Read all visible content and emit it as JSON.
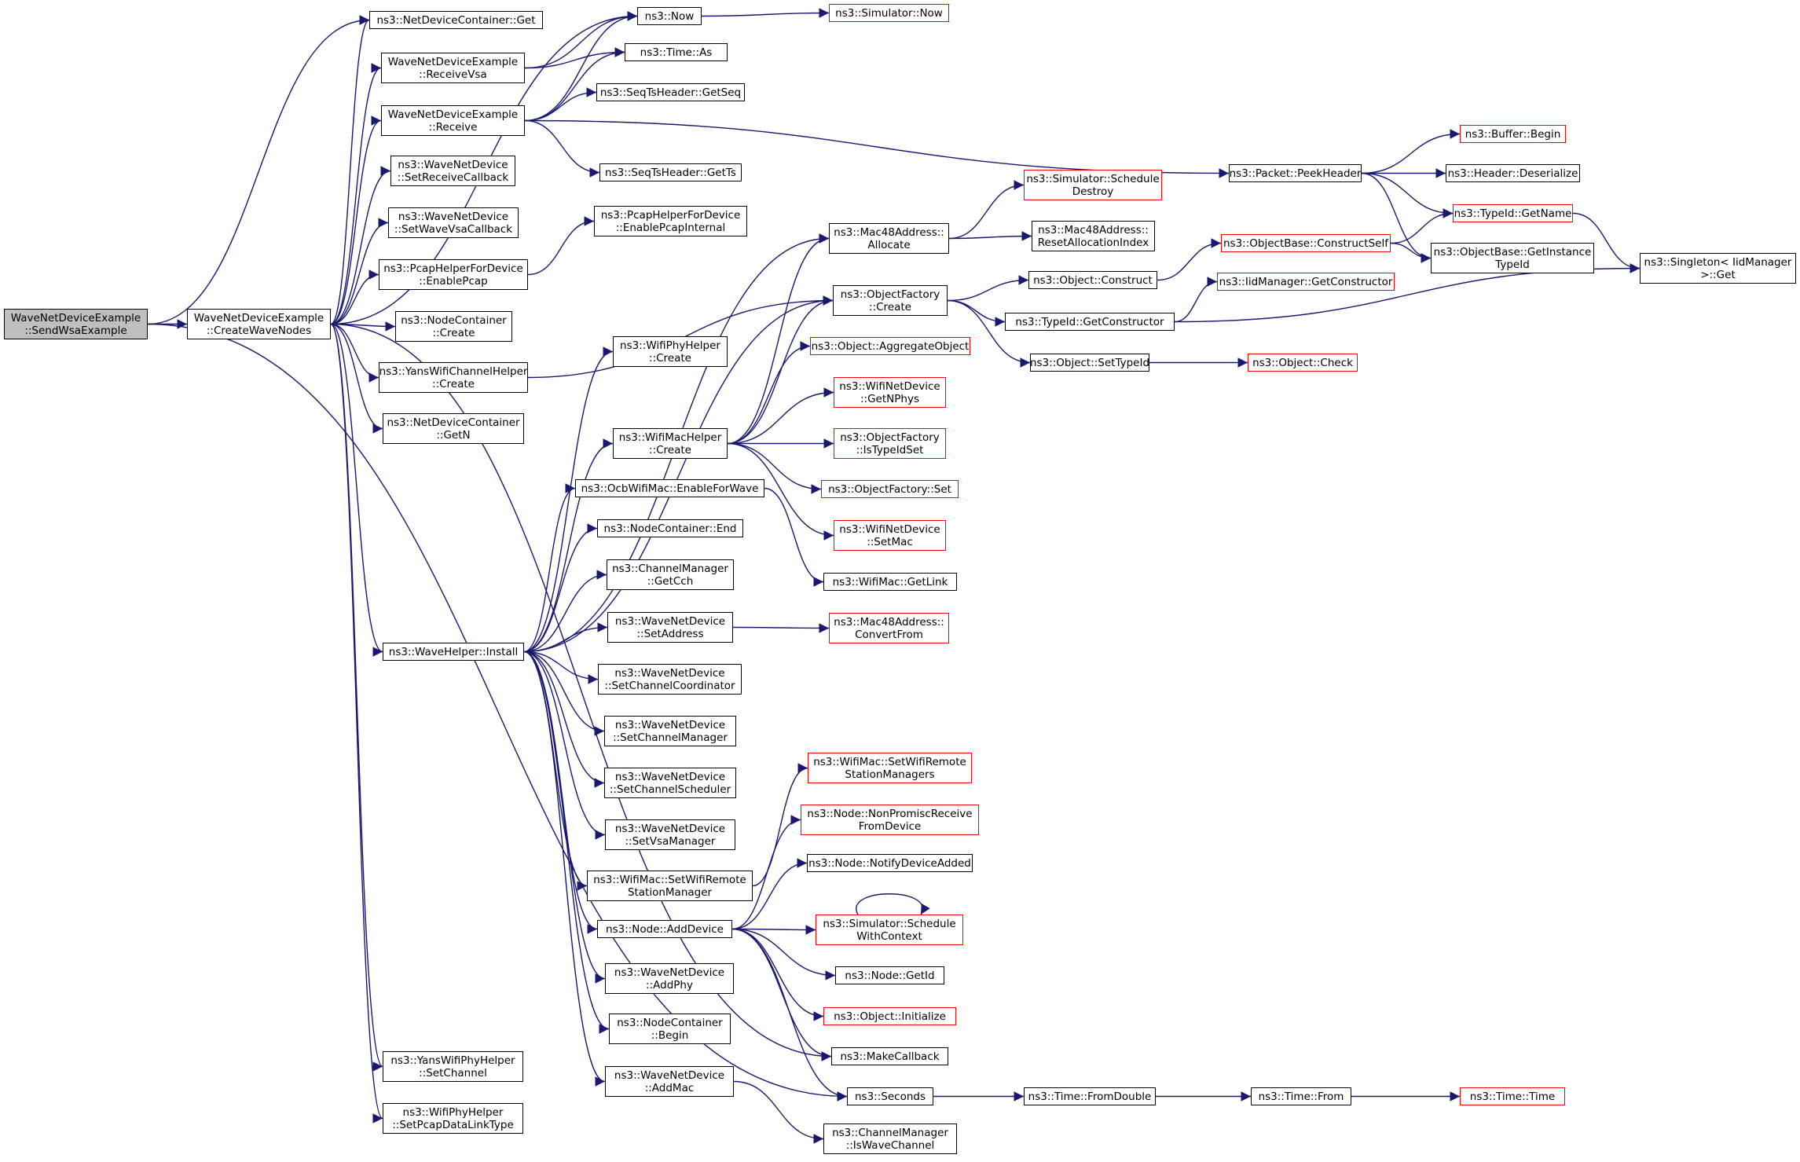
{
  "colors": {
    "edge": "#191970",
    "node_border": "#000000",
    "external_border": "#ff0000",
    "root_fill": "#bfbfbf"
  },
  "nodes": {
    "n_root": {
      "lines": [
        "WaveNetDeviceExample",
        "::SendWsaExample"
      ],
      "style": "root"
    },
    "n_cwn": {
      "lines": [
        "WaveNetDeviceExample",
        "::CreateWaveNodes"
      ]
    },
    "n_ndc_get": {
      "lines": [
        "ns3::NetDeviceContainer::Get"
      ]
    },
    "n_rvsa": {
      "lines": [
        "WaveNetDeviceExample",
        "::ReceiveVsa"
      ]
    },
    "n_recv": {
      "lines": [
        "WaveNetDeviceExample",
        "::Receive"
      ]
    },
    "n_now": {
      "lines": [
        "ns3::Now"
      ]
    },
    "n_simnow": {
      "lines": [
        "ns3::Simulator::Now"
      ],
      "style": "red"
    },
    "n_timeas": {
      "lines": [
        "ns3::Time::As"
      ]
    },
    "n_getseq": {
      "lines": [
        "ns3::SeqTsHeader::GetSeq"
      ]
    },
    "n_getts": {
      "lines": [
        "ns3::SeqTsHeader::GetTs"
      ]
    },
    "n_setrcb": {
      "lines": [
        "ns3::WaveNetDevice",
        "::SetReceiveCallback"
      ]
    },
    "n_setwvcb": {
      "lines": [
        "ns3::WaveNetDevice",
        "::SetWaveVsaCallback"
      ]
    },
    "n_pcapep": {
      "lines": [
        "ns3::PcapHelperForDevice",
        "::EnablePcap"
      ]
    },
    "n_pcapepi": {
      "lines": [
        "ns3::PcapHelperForDevice",
        "::EnablePcapInternal"
      ]
    },
    "n_ncc": {
      "lines": [
        "ns3::NodeContainer",
        "::Create"
      ]
    },
    "n_ywch": {
      "lines": [
        "ns3::YansWifiChannelHelper",
        "::Create"
      ]
    },
    "n_ndcn": {
      "lines": [
        "ns3::NetDeviceContainer",
        "::GetN"
      ]
    },
    "n_install": {
      "lines": [
        "ns3::WaveHelper::Install"
      ]
    },
    "n_ywps": {
      "lines": [
        "ns3::YansWifiPhyHelper",
        "::SetChannel"
      ]
    },
    "n_wphsp": {
      "lines": [
        "ns3::WifiPhyHelper",
        "::SetPcapDataLinkType"
      ]
    },
    "n_wphc": {
      "lines": [
        "ns3::WifiPhyHelper",
        "::Create"
      ]
    },
    "n_wmhc": {
      "lines": [
        "ns3::WifiMacHelper",
        "::Create"
      ]
    },
    "n_ocb": {
      "lines": [
        "ns3::OcbWifiMac::EnableForWave"
      ]
    },
    "n_ncend": {
      "lines": [
        "ns3::NodeContainer::End"
      ]
    },
    "n_cmgc": {
      "lines": [
        "ns3::ChannelManager",
        "::GetCch"
      ]
    },
    "n_wsa": {
      "lines": [
        "ns3::WaveNetDevice",
        "::SetAddress"
      ]
    },
    "n_wscc": {
      "lines": [
        "ns3::WaveNetDevice",
        "::SetChannelCoordinator"
      ]
    },
    "n_wscm": {
      "lines": [
        "ns3::WaveNetDevice",
        "::SetChannelManager"
      ]
    },
    "n_wscs": {
      "lines": [
        "ns3::WaveNetDevice",
        "::SetChannelScheduler"
      ]
    },
    "n_wsvm": {
      "lines": [
        "ns3::WaveNetDevice",
        "::SetVsaManager"
      ]
    },
    "n_wmswr": {
      "lines": [
        "ns3::WifiMac::SetWifiRemote",
        "StationManager"
      ]
    },
    "n_nad": {
      "lines": [
        "ns3::Node::AddDevice"
      ]
    },
    "n_wap": {
      "lines": [
        "ns3::WaveNetDevice",
        "::AddPhy"
      ]
    },
    "n_ncb": {
      "lines": [
        "ns3::NodeContainer",
        "::Begin"
      ]
    },
    "n_wam": {
      "lines": [
        "ns3::WaveNetDevice",
        "::AddMac"
      ]
    },
    "n_m48a": {
      "lines": [
        "ns3::Mac48Address::",
        "Allocate"
      ]
    },
    "n_ssd": {
      "lines": [
        "ns3::Simulator::Schedule",
        "Destroy"
      ],
      "style": "red"
    },
    "n_m48r": {
      "lines": [
        "ns3::Mac48Address::",
        "ResetAllocationIndex"
      ]
    },
    "n_ofc": {
      "lines": [
        "ns3::ObjectFactory",
        "::Create"
      ]
    },
    "n_objc": {
      "lines": [
        "ns3::Object::Construct"
      ]
    },
    "n_tgc": {
      "lines": [
        "ns3::TypeId::GetConstructor"
      ]
    },
    "n_osti": {
      "lines": [
        "ns3::Object::SetTypeId"
      ]
    },
    "n_ochk": {
      "lines": [
        "ns3::Object::Check"
      ],
      "style": "red"
    },
    "n_oao": {
      "lines": [
        "ns3::Object::AggregateObject"
      ],
      "style": "red"
    },
    "n_wgnp": {
      "lines": [
        "ns3::WifiNetDevice",
        "::GetNPhys"
      ],
      "style": "red"
    },
    "n_ofits": {
      "lines": [
        "ns3::ObjectFactory",
        "::IsTypeIdSet"
      ],
      "style": "red"
    },
    "n_ofset": {
      "lines": [
        "ns3::ObjectFactory::Set"
      ],
      "style": "red"
    },
    "n_wndsm": {
      "lines": [
        "ns3::WifiNetDevice",
        "::SetMac"
      ],
      "style": "red"
    },
    "n_wmgl": {
      "lines": [
        "ns3::WifiMac::GetLink"
      ]
    },
    "n_m48cf": {
      "lines": [
        "ns3::Mac48Address::",
        "ConvertFrom"
      ],
      "style": "red"
    },
    "n_wmswrs": {
      "lines": [
        "ns3::WifiMac::SetWifiRemote",
        "StationManagers"
      ],
      "style": "red"
    },
    "n_nnprfd": {
      "lines": [
        "ns3::Node::NonPromiscReceive",
        "FromDevice"
      ],
      "style": "red"
    },
    "n_nnda": {
      "lines": [
        "ns3::Node::NotifyDeviceAdded"
      ]
    },
    "n_sswc": {
      "lines": [
        "ns3::Simulator::Schedule",
        "WithContext"
      ],
      "style": "red"
    },
    "n_ngid": {
      "lines": [
        "ns3::Node::GetId"
      ]
    },
    "n_oinit": {
      "lines": [
        "ns3::Object::Initialize"
      ],
      "style": "red"
    },
    "n_mcb": {
      "lines": [
        "ns3::MakeCallback"
      ]
    },
    "n_sec": {
      "lines": [
        "ns3::Seconds"
      ]
    },
    "n_cmiw": {
      "lines": [
        "ns3::ChannelManager",
        "::IsWaveChannel"
      ]
    },
    "n_tfd": {
      "lines": [
        "ns3::Time::FromDouble"
      ]
    },
    "n_tfrom": {
      "lines": [
        "ns3::Time::From"
      ]
    },
    "n_ttime": {
      "lines": [
        "ns3::Time::Time"
      ],
      "style": "red"
    },
    "n_pph": {
      "lines": [
        "ns3::Packet::PeekHeader"
      ]
    },
    "n_bb": {
      "lines": [
        "ns3::Buffer::Begin"
      ],
      "style": "red"
    },
    "n_hd": {
      "lines": [
        "ns3::Header::Deserialize"
      ]
    },
    "n_tgn": {
      "lines": [
        "ns3::TypeId::GetName"
      ],
      "style": "red"
    },
    "n_obgi": {
      "lines": [
        "ns3::ObjectBase::GetInstance",
        "TypeId"
      ]
    },
    "n_obcs": {
      "lines": [
        "ns3::ObjectBase::ConstructSelf"
      ],
      "style": "red"
    },
    "n_imgc": {
      "lines": [
        "ns3::IidManager::GetConstructor"
      ],
      "style": "red"
    },
    "n_sing": {
      "lines": [
        "ns3::Singleton< IidManager",
        " >::Get"
      ]
    }
  },
  "edges": [
    [
      "n_root",
      "n_cwn"
    ],
    [
      "n_root",
      "n_ndc_get"
    ],
    [
      "n_root",
      "n_sec"
    ],
    [
      "n_cwn",
      "n_ndc_get"
    ],
    [
      "n_cwn",
      "n_rvsa"
    ],
    [
      "n_cwn",
      "n_recv"
    ],
    [
      "n_cwn",
      "n_setrcb"
    ],
    [
      "n_cwn",
      "n_setwvcb"
    ],
    [
      "n_cwn",
      "n_pcapep"
    ],
    [
      "n_cwn",
      "n_ncc"
    ],
    [
      "n_cwn",
      "n_ywch"
    ],
    [
      "n_cwn",
      "n_ndcn"
    ],
    [
      "n_cwn",
      "n_install"
    ],
    [
      "n_cwn",
      "n_ywps"
    ],
    [
      "n_cwn",
      "n_wphsp"
    ],
    [
      "n_cwn",
      "n_mcb"
    ],
    [
      "n_cwn",
      "n_now"
    ],
    [
      "n_rvsa",
      "n_now"
    ],
    [
      "n_rvsa",
      "n_timeas"
    ],
    [
      "n_recv",
      "n_now"
    ],
    [
      "n_recv",
      "n_timeas"
    ],
    [
      "n_recv",
      "n_getseq"
    ],
    [
      "n_recv",
      "n_getts"
    ],
    [
      "n_recv",
      "n_pph"
    ],
    [
      "n_now",
      "n_simnow"
    ],
    [
      "n_pcapep",
      "n_pcapepi"
    ],
    [
      "n_ywch",
      "n_ofc"
    ],
    [
      "n_install",
      "n_m48a"
    ],
    [
      "n_install",
      "n_ofc"
    ],
    [
      "n_install",
      "n_wphc"
    ],
    [
      "n_install",
      "n_wmhc"
    ],
    [
      "n_install",
      "n_ocb"
    ],
    [
      "n_install",
      "n_ncend"
    ],
    [
      "n_install",
      "n_cmgc"
    ],
    [
      "n_install",
      "n_wsa"
    ],
    [
      "n_install",
      "n_wscc"
    ],
    [
      "n_install",
      "n_wscm"
    ],
    [
      "n_install",
      "n_wscs"
    ],
    [
      "n_install",
      "n_wsvm"
    ],
    [
      "n_install",
      "n_wmswr"
    ],
    [
      "n_install",
      "n_nad"
    ],
    [
      "n_install",
      "n_wap"
    ],
    [
      "n_install",
      "n_ncb"
    ],
    [
      "n_install",
      "n_wam"
    ],
    [
      "n_wmhc",
      "n_m48a"
    ],
    [
      "n_wmhc",
      "n_ofc"
    ],
    [
      "n_wmhc",
      "n_oao"
    ],
    [
      "n_wmhc",
      "n_wgnp"
    ],
    [
      "n_wmhc",
      "n_ofits"
    ],
    [
      "n_wmhc",
      "n_ofset"
    ],
    [
      "n_wmhc",
      "n_wndsm"
    ],
    [
      "n_ocb",
      "n_wmgl"
    ],
    [
      "n_wsa",
      "n_m48cf"
    ],
    [
      "n_wmswr",
      "n_wmswrs"
    ],
    [
      "n_nad",
      "n_nnprfd"
    ],
    [
      "n_nad",
      "n_nnda"
    ],
    [
      "n_nad",
      "n_sswc"
    ],
    [
      "n_nad",
      "n_ngid"
    ],
    [
      "n_nad",
      "n_oinit"
    ],
    [
      "n_nad",
      "n_mcb"
    ],
    [
      "n_nad",
      "n_sec"
    ],
    [
      "n_sswc",
      "n_sswc"
    ],
    [
      "n_wam",
      "n_cmiw"
    ],
    [
      "n_m48a",
      "n_ssd"
    ],
    [
      "n_m48a",
      "n_m48r"
    ],
    [
      "n_ofc",
      "n_objc"
    ],
    [
      "n_ofc",
      "n_tgc"
    ],
    [
      "n_ofc",
      "n_osti"
    ],
    [
      "n_objc",
      "n_obcs"
    ],
    [
      "n_tgc",
      "n_imgc"
    ],
    [
      "n_tgc",
      "n_sing"
    ],
    [
      "n_osti",
      "n_ochk"
    ],
    [
      "n_obcs",
      "n_tgn"
    ],
    [
      "n_obcs",
      "n_obgi"
    ],
    [
      "n_pph",
      "n_bb"
    ],
    [
      "n_pph",
      "n_hd"
    ],
    [
      "n_pph",
      "n_tgn"
    ],
    [
      "n_pph",
      "n_obgi"
    ],
    [
      "n_tgn",
      "n_sing"
    ],
    [
      "n_sec",
      "n_tfd"
    ],
    [
      "n_tfd",
      "n_tfrom"
    ],
    [
      "n_tfrom",
      "n_ttime"
    ]
  ]
}
